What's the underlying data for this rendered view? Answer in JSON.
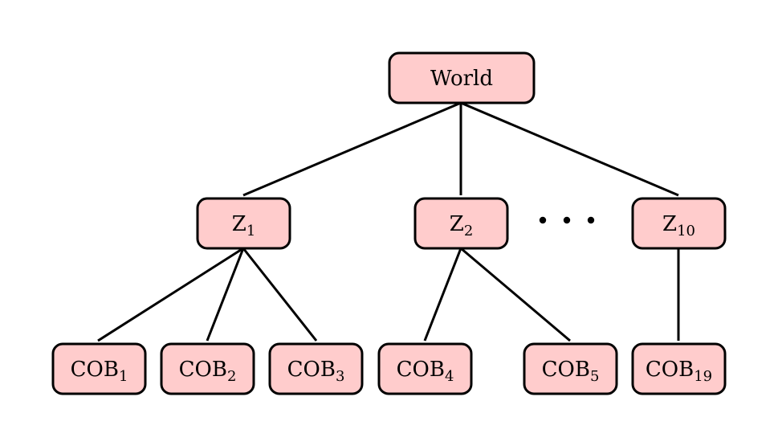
{
  "colors": {
    "node_fill": "#ffcccc",
    "node_stroke": "#000000",
    "edge": "#000000",
    "background": "#ffffff"
  },
  "nodes": {
    "world": {
      "label": "World",
      "sub": ""
    },
    "z1": {
      "label": "Z",
      "sub": "1"
    },
    "z2": {
      "label": "Z",
      "sub": "2"
    },
    "z10": {
      "label": "Z",
      "sub": "10"
    },
    "cob1": {
      "label": "COB",
      "sub": "1"
    },
    "cob2": {
      "label": "COB",
      "sub": "2"
    },
    "cob3": {
      "label": "COB",
      "sub": "3"
    },
    "cob4": {
      "label": "COB",
      "sub": "4"
    },
    "cob5": {
      "label": "COB",
      "sub": "5"
    },
    "cob19": {
      "label": "COB",
      "sub": "19"
    }
  },
  "edges": [
    [
      "world",
      "z1"
    ],
    [
      "world",
      "z2"
    ],
    [
      "world",
      "z10"
    ],
    [
      "z1",
      "cob1"
    ],
    [
      "z1",
      "cob2"
    ],
    [
      "z1",
      "cob3"
    ],
    [
      "z2",
      "cob4"
    ],
    [
      "z2",
      "cob5"
    ],
    [
      "z10",
      "cob19"
    ]
  ],
  "ellipsis": "dots"
}
